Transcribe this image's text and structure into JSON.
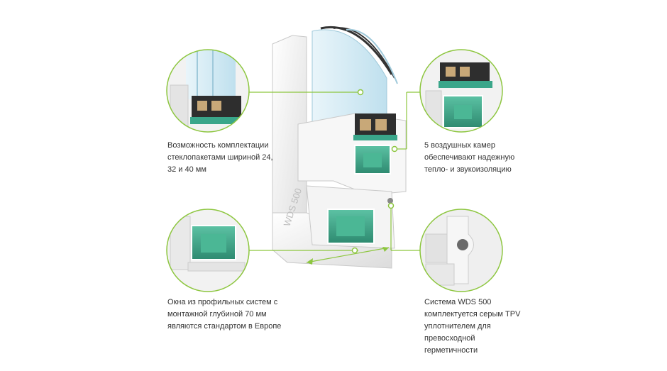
{
  "captions": {
    "top_left": [
      "Возможность комплектации",
      "стеклопакетами шириной 24,",
      "32 и 40 мм"
    ],
    "top_right": [
      "5 воздушных камер",
      "обеспечивают надежную",
      "тепло- и звукоизоляцию"
    ],
    "bottom_left": [
      "Окна из профильных систем с",
      "монтажной глубиной 70 мм",
      "являются стандартом в Европе"
    ],
    "bottom_right": [
      "Система WDS 500",
      "комплектуется серым TPV",
      "уплотнителем для",
      "превосходной",
      "герметичности"
    ]
  },
  "profile_label": "WDS 500",
  "colors": {
    "accent": "#8dc63f",
    "teal": "#3aa68a",
    "profile": "#f1f1f1",
    "glass": "#cfe8f2"
  }
}
